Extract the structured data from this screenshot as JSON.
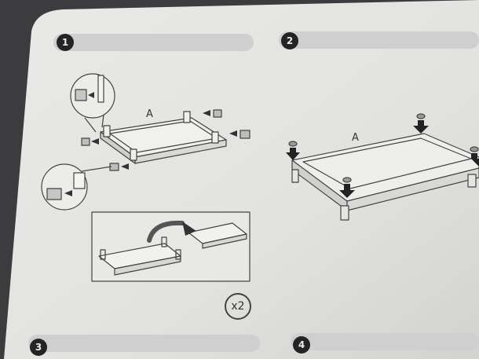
{
  "steps": [
    {
      "number": "1"
    },
    {
      "number": "2"
    },
    {
      "number": "3"
    },
    {
      "number": "4"
    }
  ],
  "step1": {
    "part_label": "A",
    "multiplier": "x2"
  },
  "step2": {
    "part_label": "A"
  },
  "colors": {
    "paper": "#e4e4e2",
    "background": "#3c3c3e",
    "step_bar": "#cfcfcf",
    "step_badge": "#242424",
    "line_art": "#444444"
  },
  "icons": [
    "arrow-right-icon",
    "arrow-down-icon",
    "screw-icon",
    "connector-icon",
    "curved-arrow-icon"
  ]
}
